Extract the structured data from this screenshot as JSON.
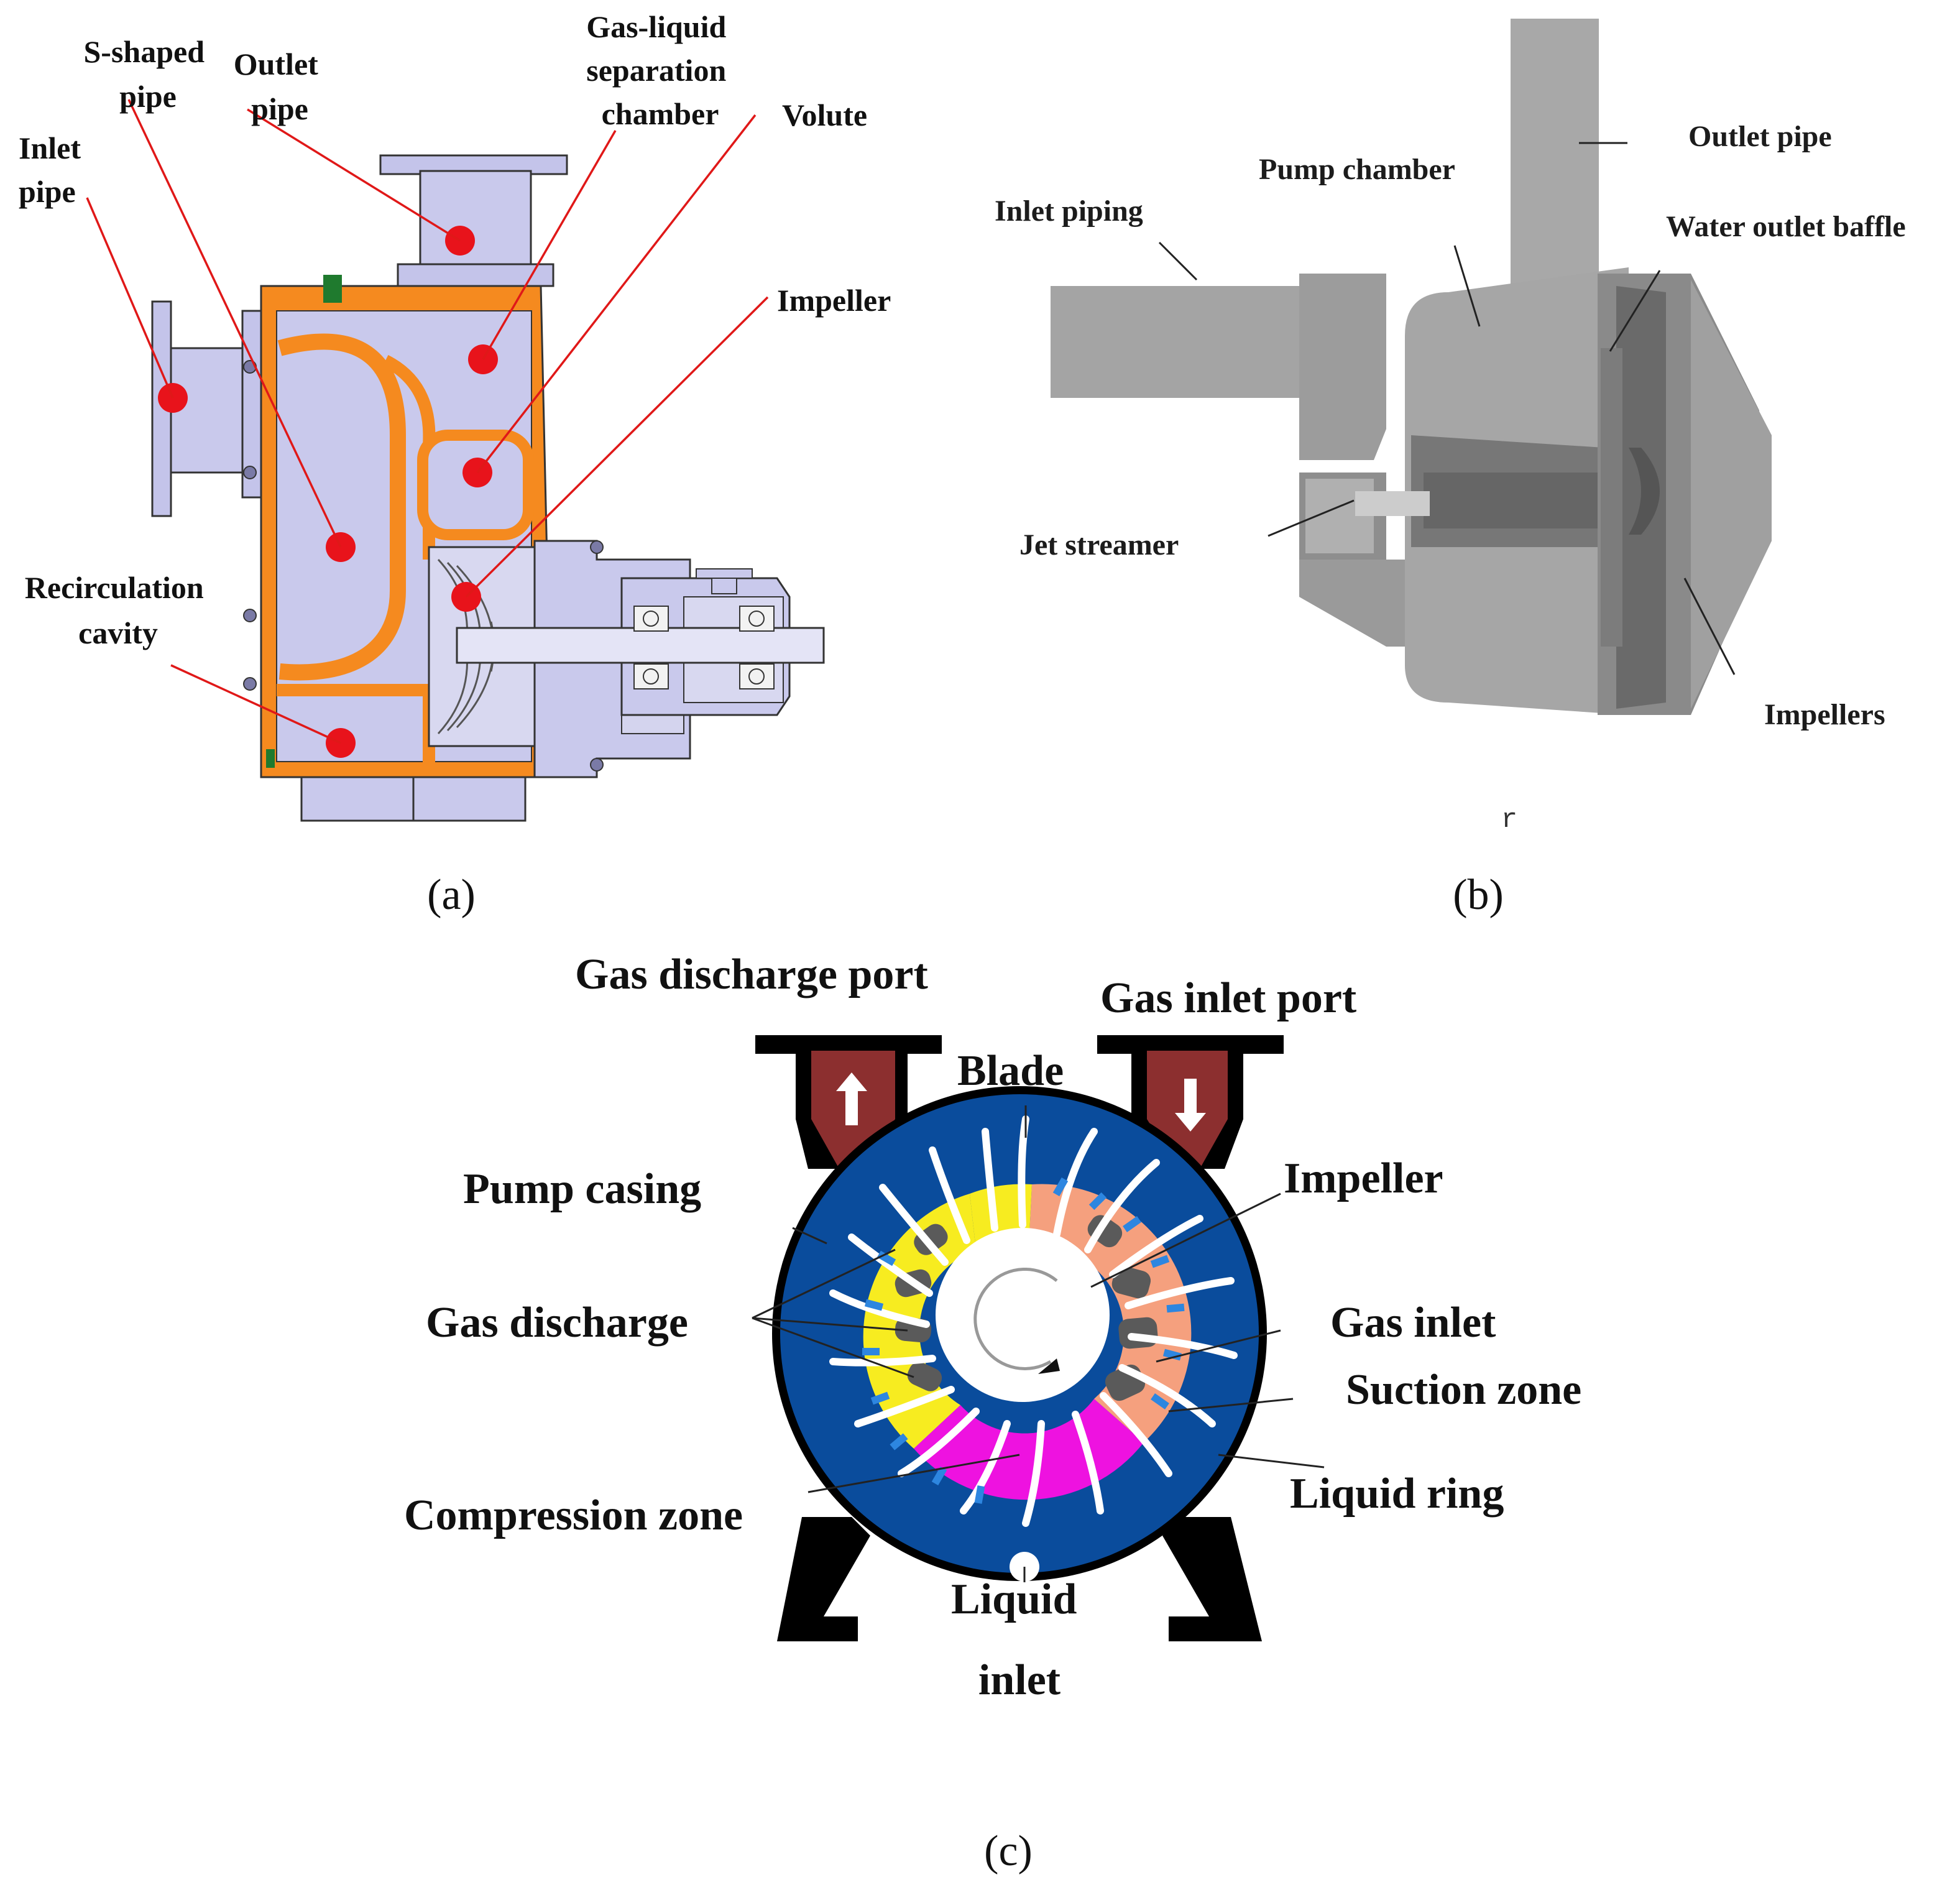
{
  "panels": {
    "a": {
      "caption": "(a)",
      "labels": {
        "inlet_pipe": [
          "Inlet",
          "pipe"
        ],
        "s_shaped_pipe": [
          "S-shaped",
          "pipe"
        ],
        "outlet_pipe": [
          "Outlet",
          "pipe"
        ],
        "gas_liquid_chamber": [
          "Gas-liquid",
          "separation",
          "chamber"
        ],
        "volute": "Volute",
        "impeller": "Impeller",
        "recirculation_cavity": [
          "Recirculation",
          "cavity"
        ]
      },
      "colors": {
        "casing": "#f58a1f",
        "fluid": "#c9c9ec",
        "marker": "#e8131b",
        "leader": "#e01818"
      }
    },
    "b": {
      "caption": "(b)",
      "stray_glyph": "r",
      "labels": {
        "outlet_pipe": "Outlet pipe",
        "pump_chamber": "Pump chamber",
        "inlet_piping": "Inlet piping",
        "water_outlet_baffle": "Water outlet baffle",
        "jet_streamer": "Jet streamer",
        "impellers": "Impellers"
      },
      "colors": {
        "body": "#a6a6a6",
        "dark": "#6a6a6a"
      }
    },
    "c": {
      "caption": "(c)",
      "labels": {
        "gas_discharge_port": "Gas discharge port",
        "gas_inlet_port": "Gas inlet port",
        "blade": "Blade",
        "pump_casing": "Pump casing",
        "impeller": "Impeller",
        "gas_discharge": "Gas discharge",
        "gas_inlet": "Gas inlet",
        "suction_zone": "Suction zone",
        "compression_zone": "Compression zone",
        "liquid_ring": "Liquid  ring",
        "liquid_inlet": [
          "Liquid",
          "inlet"
        ]
      },
      "colors": {
        "casing": "#0a4c9c",
        "port": "#8c2f2f",
        "discharge": "#f7ec20",
        "compression": "#ee12e0",
        "suction": "#f5a07e",
        "blade": "#ffffff",
        "pocket": "#5a5a5a",
        "vane_mark": "#2d86e0"
      }
    }
  }
}
